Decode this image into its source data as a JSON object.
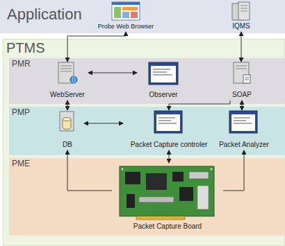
{
  "diagram": {
    "nodes": [
      {
        "text": [
          "Application"
        ]
      },
      {
        "text": [
          "Probe Web Browser"
        ],
        "in": 0
      },
      {
        "text": [
          "IQMS"
        ],
        "in": 0
      },
      {
        "text": [
          "PTMS"
        ]
      },
      {
        "text": [
          "PMR"
        ],
        "in": 3
      },
      {
        "text": [
          "WebServer"
        ],
        "in": 4
      },
      {
        "text": [
          "Observer"
        ],
        "in": 4
      },
      {
        "text": [
          "SOAP"
        ],
        "in": 4
      },
      {
        "text": [
          "PMP"
        ],
        "in": 3
      },
      {
        "text": [
          "DB"
        ],
        "in": 8
      },
      {
        "text": [
          "Packet Capture controler"
        ],
        "in": 8
      },
      {
        "text": [
          "Packet Analyzer"
        ],
        "in": 8
      },
      {
        "text": [
          "PME"
        ],
        "in": 3
      },
      {
        "text": [
          "Packet Capture Board"
        ],
        "in": 12
      }
    ],
    "edges": [
      {
        "from": 5,
        "to": 1,
        "arrow": "both"
      },
      {
        "from": 2,
        "to": 7,
        "arrow": "both"
      },
      {
        "from": 5,
        "to": 6,
        "arrow": "both"
      },
      {
        "from": 5,
        "to": 9,
        "arrow": "both"
      },
      {
        "from": 9,
        "to": 10,
        "arrow": "both"
      },
      {
        "from": 7,
        "to": 10,
        "arrow": "to"
      },
      {
        "from": 7,
        "to": 11,
        "arrow": "both"
      },
      {
        "from": 13,
        "to": 9,
        "arrow": "to"
      },
      {
        "from": 13,
        "to": 10,
        "arrow": "both"
      },
      {
        "from": 13,
        "to": 11,
        "arrow": "to"
      }
    ]
  }
}
